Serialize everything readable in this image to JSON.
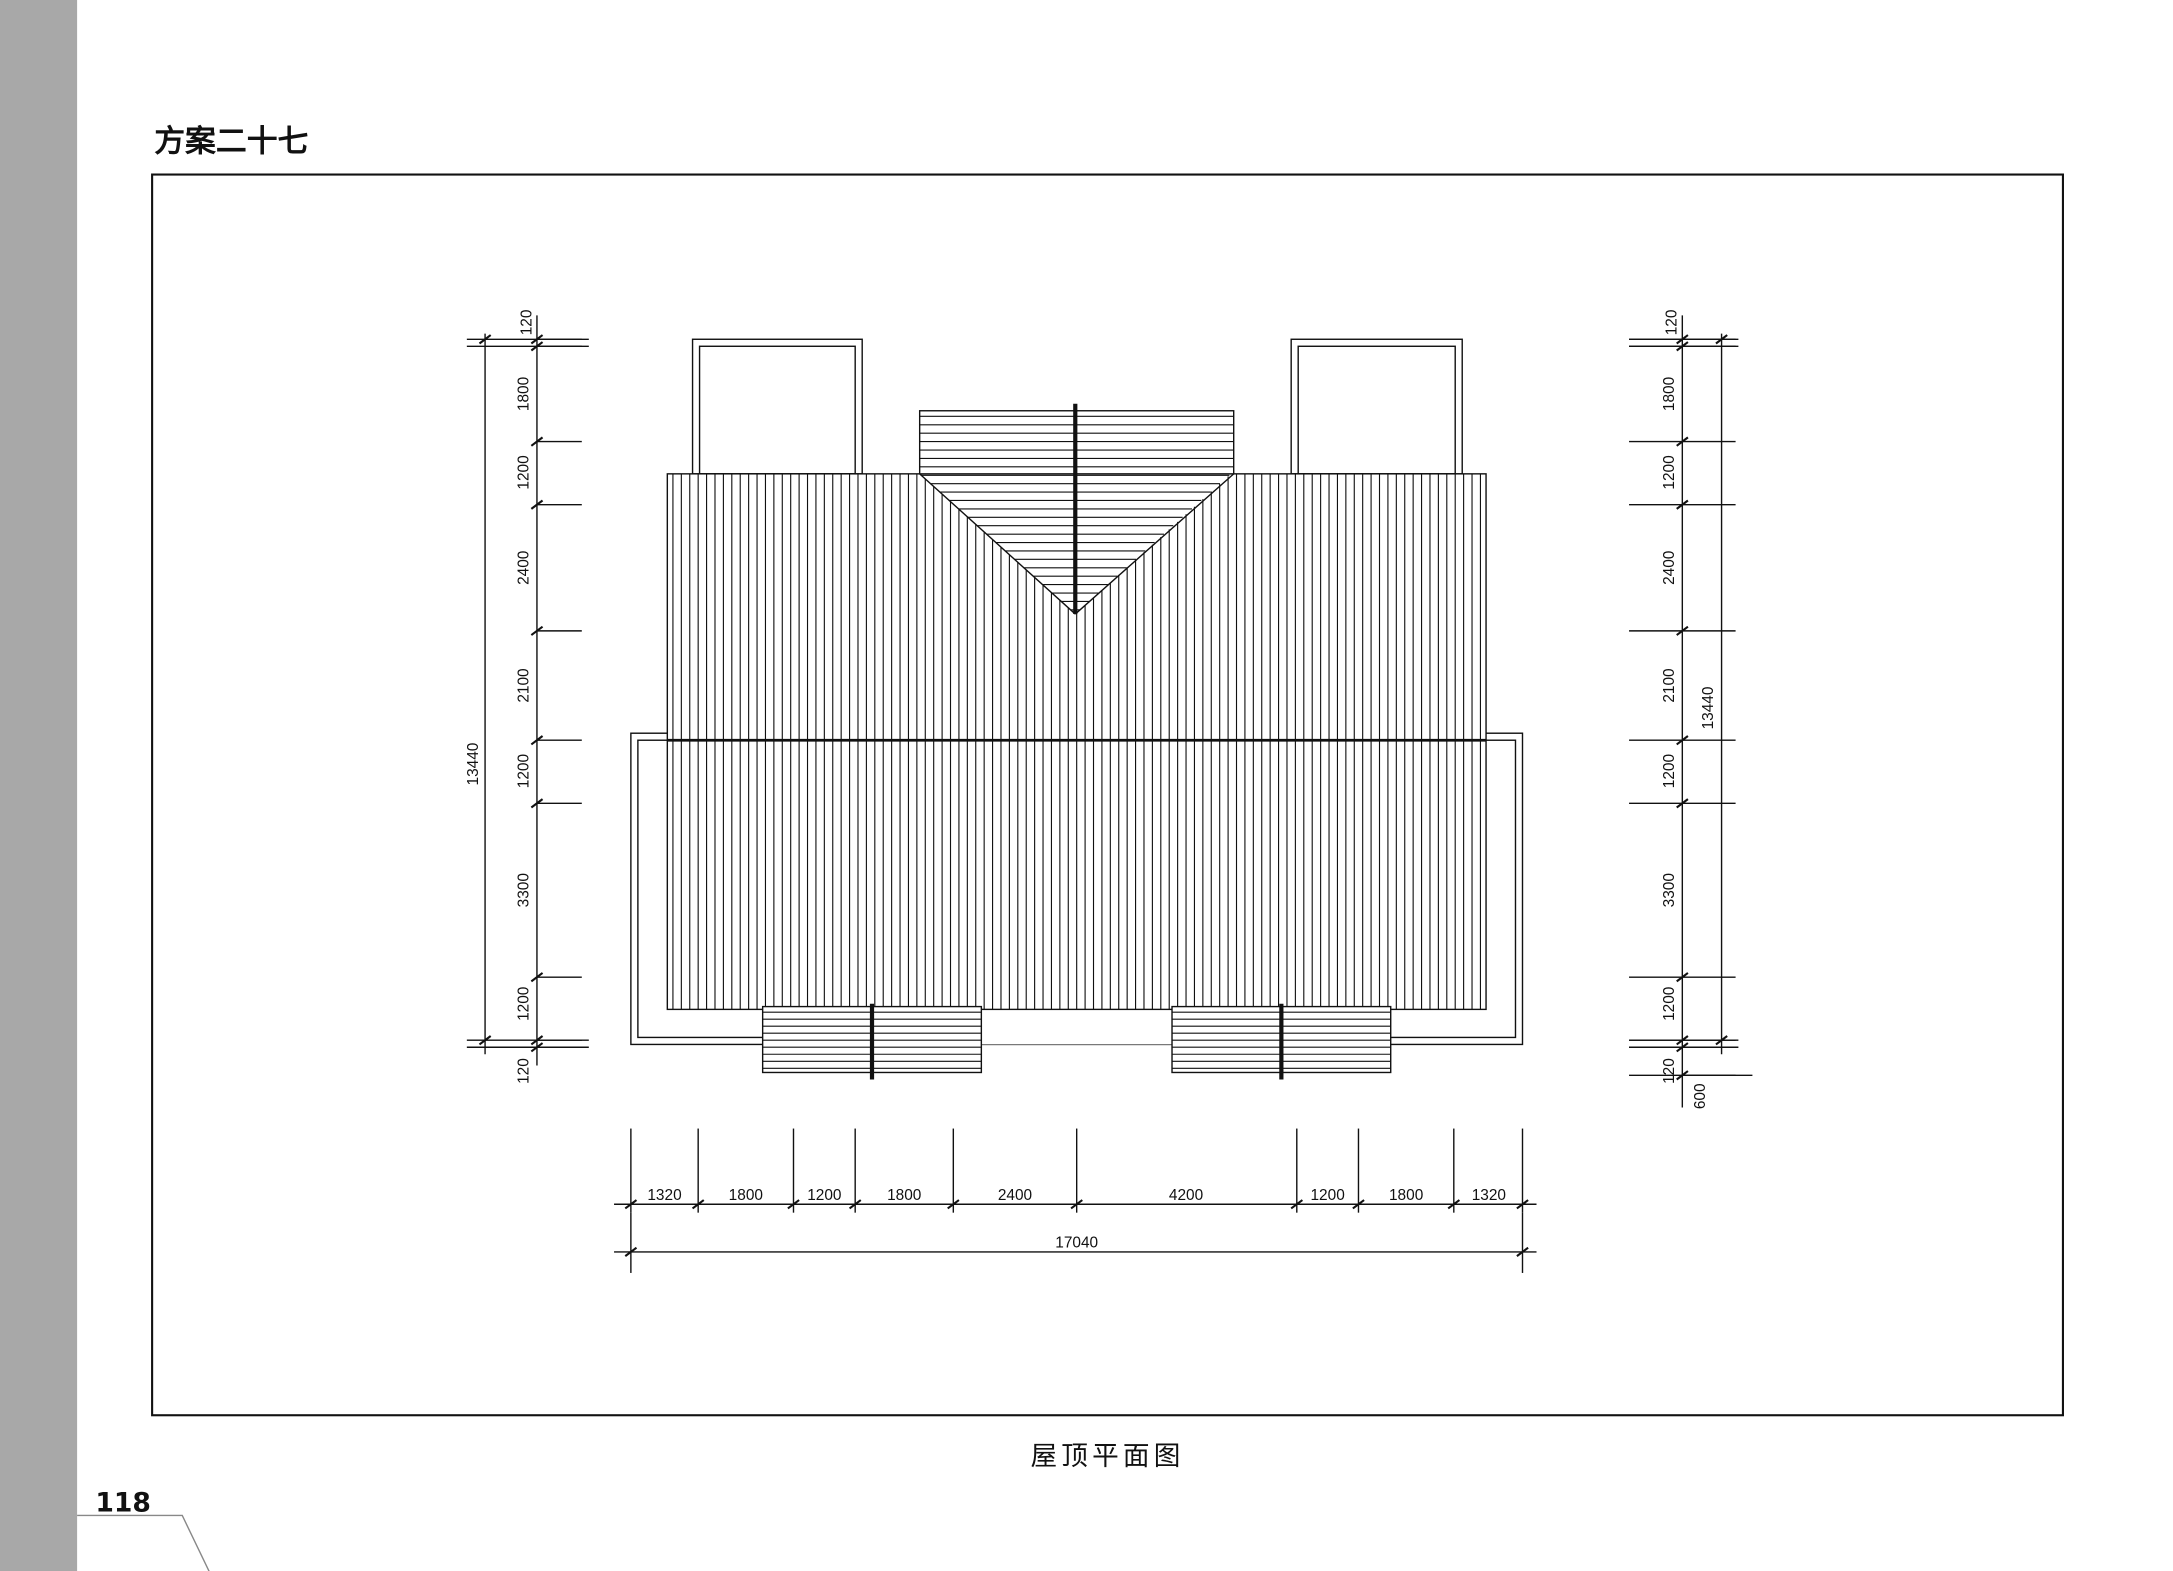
{
  "page": {
    "title": "方案二十七",
    "caption": "屋顶平面图",
    "page_number": "118"
  },
  "dims": {
    "left": {
      "total": "13440",
      "chain": [
        "120",
        "1800",
        "1200",
        "2400",
        "2100",
        "1200",
        "3300",
        "1200",
        "120"
      ]
    },
    "right": {
      "total": "13440",
      "chain": [
        "120",
        "1800",
        "1200",
        "2400",
        "2100",
        "1200",
        "3300",
        "1200",
        "120",
        "600"
      ]
    },
    "bottom": {
      "total": "17040",
      "chain": [
        "1320",
        "1800",
        "1200",
        "1800",
        "2400",
        "4200",
        "1200",
        "1800",
        "1320"
      ]
    }
  },
  "colors": {
    "sidebar": "#a8a8a8",
    "line": "#111111"
  }
}
